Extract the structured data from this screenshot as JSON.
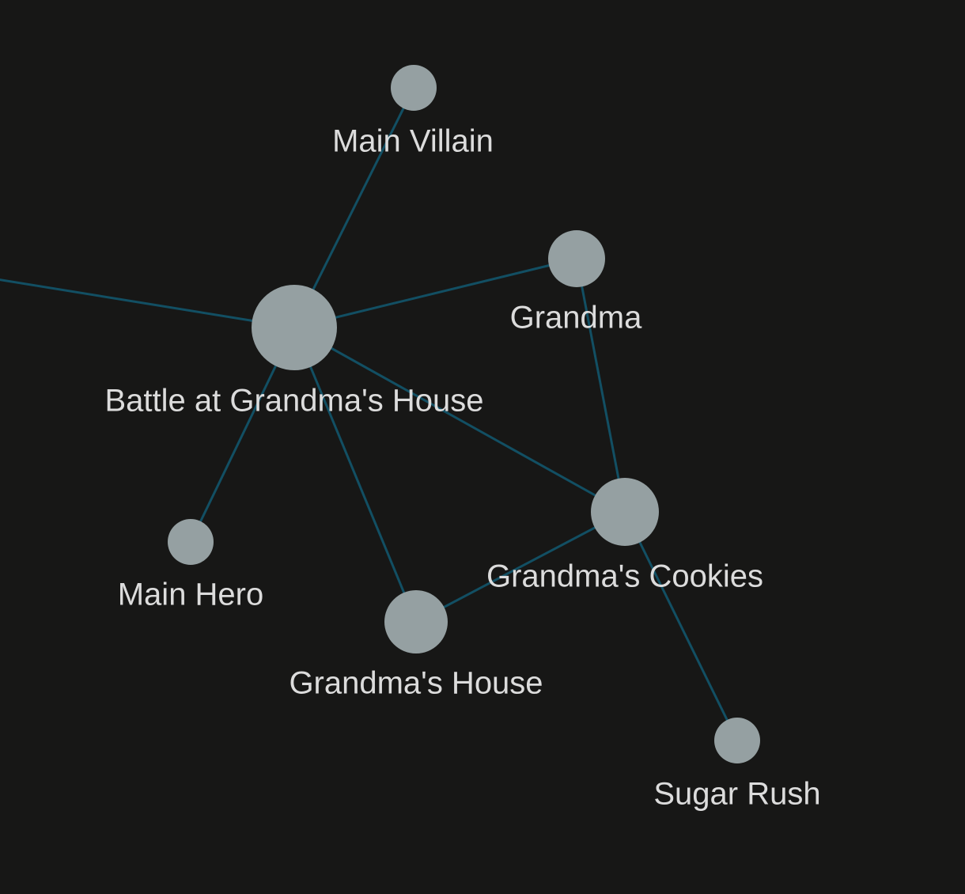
{
  "graph": {
    "colors": {
      "background": "#171716",
      "node": "#95a0a2",
      "edge": "#124f63",
      "label": "#dcdcdc"
    },
    "nodes": [
      {
        "id": "main-villain",
        "label": "Main Villain"
      },
      {
        "id": "grandma",
        "label": "Grandma"
      },
      {
        "id": "battle",
        "label": "Battle at Grandma's House"
      },
      {
        "id": "main-hero",
        "label": "Main Hero"
      },
      {
        "id": "cookies",
        "label": "Grandma's Cookies"
      },
      {
        "id": "house",
        "label": "Grandma's House"
      },
      {
        "id": "sugar-rush",
        "label": "Sugar Rush"
      },
      {
        "id": "offscreen-left",
        "label": ""
      }
    ],
    "edges": [
      {
        "source": "battle",
        "target": "main-villain"
      },
      {
        "source": "battle",
        "target": "grandma"
      },
      {
        "source": "battle",
        "target": "offscreen-left"
      },
      {
        "source": "battle",
        "target": "main-hero"
      },
      {
        "source": "battle",
        "target": "house"
      },
      {
        "source": "battle",
        "target": "cookies"
      },
      {
        "source": "grandma",
        "target": "cookies"
      },
      {
        "source": "cookies",
        "target": "house"
      },
      {
        "source": "cookies",
        "target": "sugar-rush"
      }
    ]
  }
}
